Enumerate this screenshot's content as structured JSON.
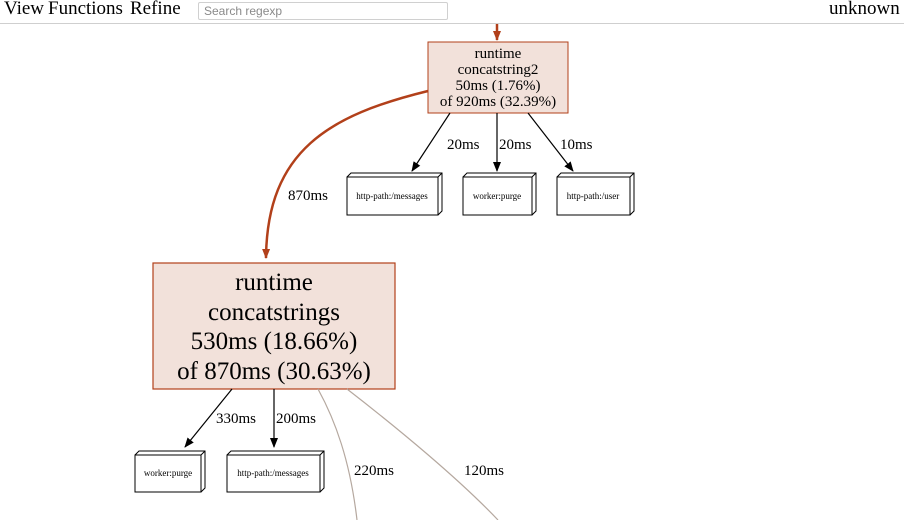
{
  "menu": {
    "view": "View",
    "functions": "Functions",
    "refine": "Refine"
  },
  "search": {
    "placeholder": "Search regexp",
    "value": ""
  },
  "sample_type_label": "unknown",
  "colors": {
    "hot_edge": "#b2401a",
    "hot_node_fill": "#f2e1da",
    "hot_node_border": "#b2401a",
    "cold_edge": "#000000",
    "warm_edge": "#b5a89f"
  },
  "nodes": {
    "concatstring2": {
      "package": "runtime",
      "name": "concatstring2",
      "flat": "50ms (1.76%)",
      "cum": "of 920ms (32.39%)"
    },
    "concatstrings": {
      "package": "runtime",
      "name": "concatstrings",
      "flat": "530ms (18.66%)",
      "cum": "of 870ms (30.63%)"
    },
    "tag_messages_1": "http-path:/messages",
    "tag_purge_1": "worker:purge",
    "tag_user_1": "http-path:/user",
    "tag_purge_2": "worker:purge",
    "tag_messages_2": "http-path:/messages"
  },
  "edges": {
    "to_concatstrings": "870ms",
    "tag_messages_1": "20ms",
    "tag_purge_1": "20ms",
    "tag_user_1": "10ms",
    "tag_purge_2": "330ms",
    "tag_messages_2": "200ms",
    "out_1": "220ms",
    "out_2": "120ms"
  }
}
